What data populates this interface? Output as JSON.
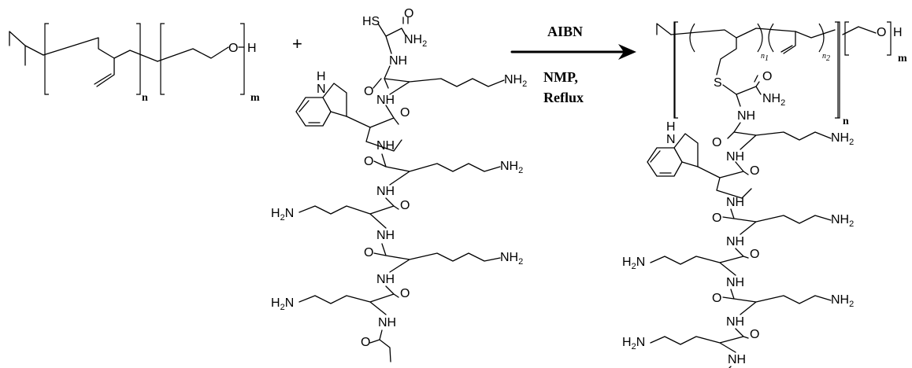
{
  "reaction": {
    "plus_sign": "+",
    "conditions": {
      "above_arrow": "AIBN",
      "below_arrow_line1": "NMP,",
      "below_arrow_line2": "Reflux"
    }
  },
  "reactant_polymer": {
    "oxygen": "O",
    "hydrogen": "H",
    "index_n": "n",
    "index_m": "m"
  },
  "peptide": {
    "labels": {
      "thiol": "HS",
      "carbonyl_o": "O",
      "amide": "NH",
      "amide_h2_base": "NH",
      "sub_2": "2",
      "amine_left_base": "H",
      "amine_left_tail": "N",
      "indole_h": "H",
      "indole_n": "N"
    }
  },
  "product": {
    "sulfur": "S",
    "oxygen": "O",
    "hydrogen": "H",
    "index_n": "n",
    "index_m": "m",
    "index_n1": "n",
    "index_n2": "n",
    "sub_1": "1",
    "sub_2": "2"
  }
}
